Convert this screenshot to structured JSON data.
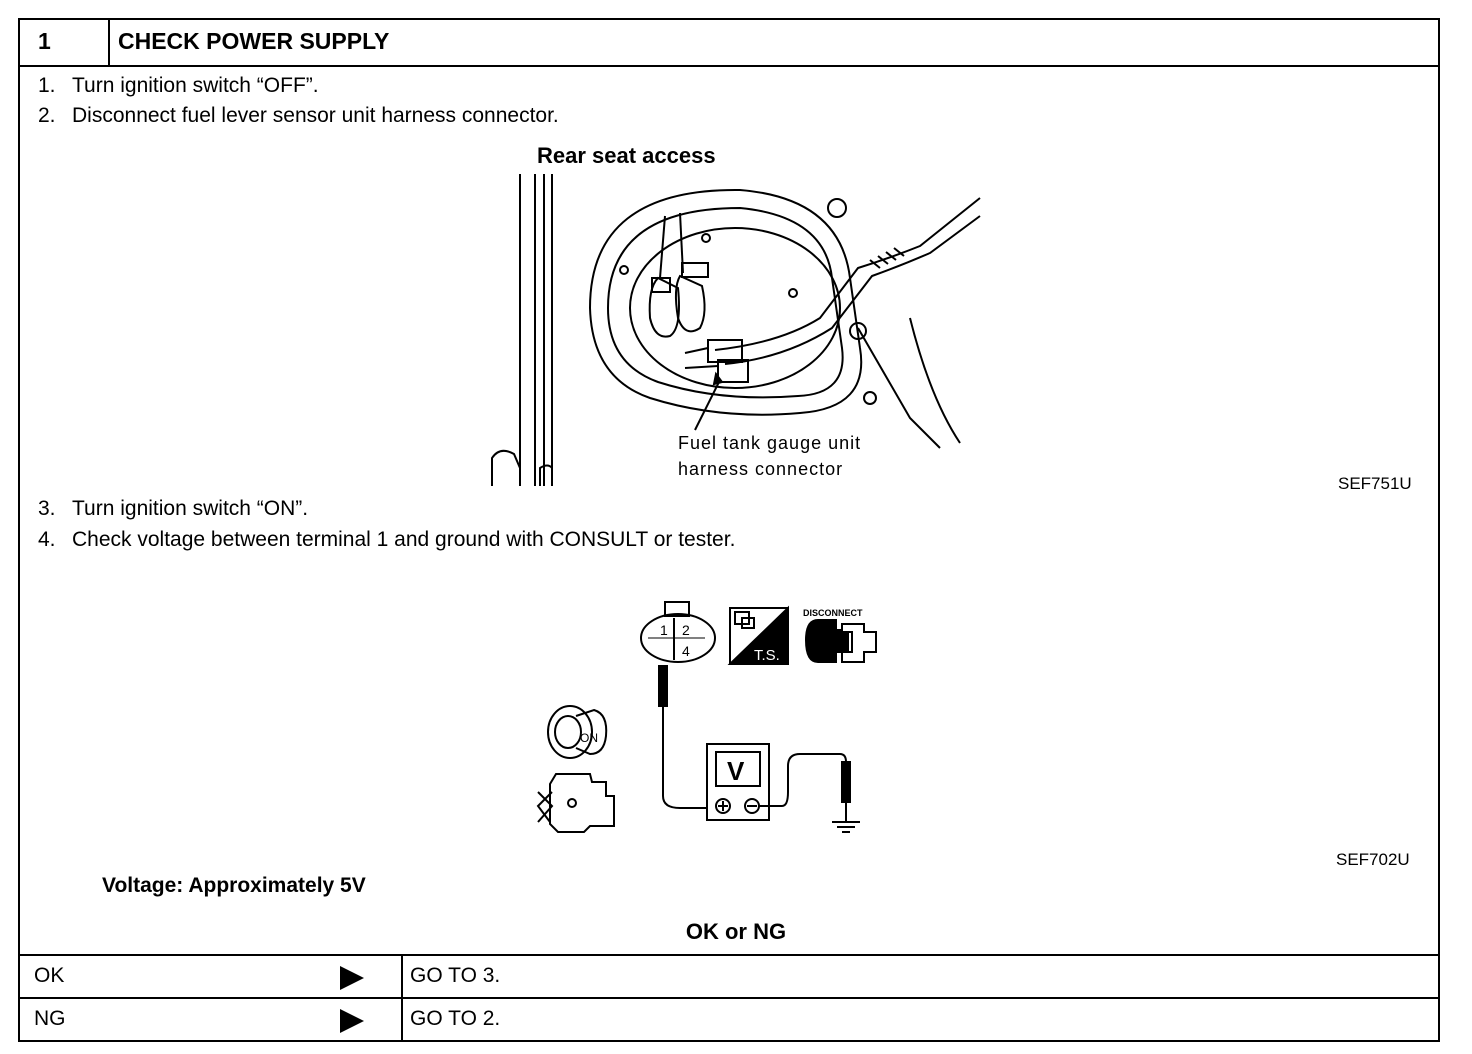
{
  "header": {
    "step_number": "1",
    "title": "CHECK POWER SUPPLY"
  },
  "steps": [
    {
      "num": "1.",
      "text": "Turn ignition switch “OFF”."
    },
    {
      "num": "2.",
      "text": "Disconnect fuel lever sensor unit harness connector."
    },
    {
      "num": "3.",
      "text": "Turn ignition switch “ON”."
    },
    {
      "num": "4.",
      "text": "Check voltage between terminal 1 and ground with CONSULT or tester."
    }
  ],
  "figure1": {
    "title": "Rear seat access",
    "callout_line1": "Fuel tank gauge unit",
    "callout_line2": "harness connector",
    "ref": "SEF751U"
  },
  "figure2": {
    "pins": [
      "1",
      "2",
      "4"
    ],
    "ts_label": "T.S.",
    "disconnect_label": "DISCONNECT",
    "meter_label": "V",
    "key_label": "ON",
    "ref": "SEF702U"
  },
  "spec": "Voltage: Approximately 5V",
  "decision_label": "OK or NG",
  "results": [
    {
      "label": "OK",
      "action": "GO TO 3."
    },
    {
      "label": "NG",
      "action": "GO TO 2."
    }
  ],
  "icons": {
    "result_arrow": "right-triangle-arrow-icon",
    "connector": "connector-icon",
    "test_stand": "ts-icon",
    "disconnect": "disconnect-icon",
    "ignition_key": "ignition-key-icon",
    "engine": "engine-icon",
    "voltmeter": "voltmeter-icon",
    "ground": "ground-icon"
  }
}
